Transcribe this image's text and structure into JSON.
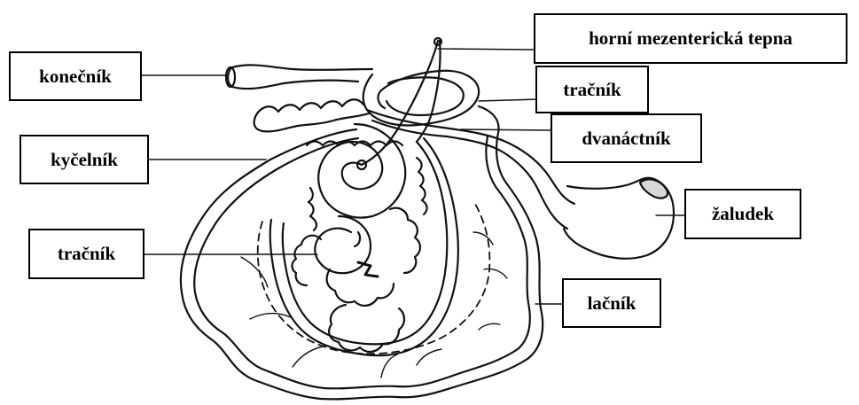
{
  "labels": {
    "rectum": "konečník",
    "ileum": "kyčelník",
    "colon_lower": "tračník",
    "sma": "horní mezenterická tepna",
    "colon_upper": "tračník",
    "duodenum": "dvanáctník",
    "stomach": "žaludek",
    "jejunum": "lačník"
  }
}
